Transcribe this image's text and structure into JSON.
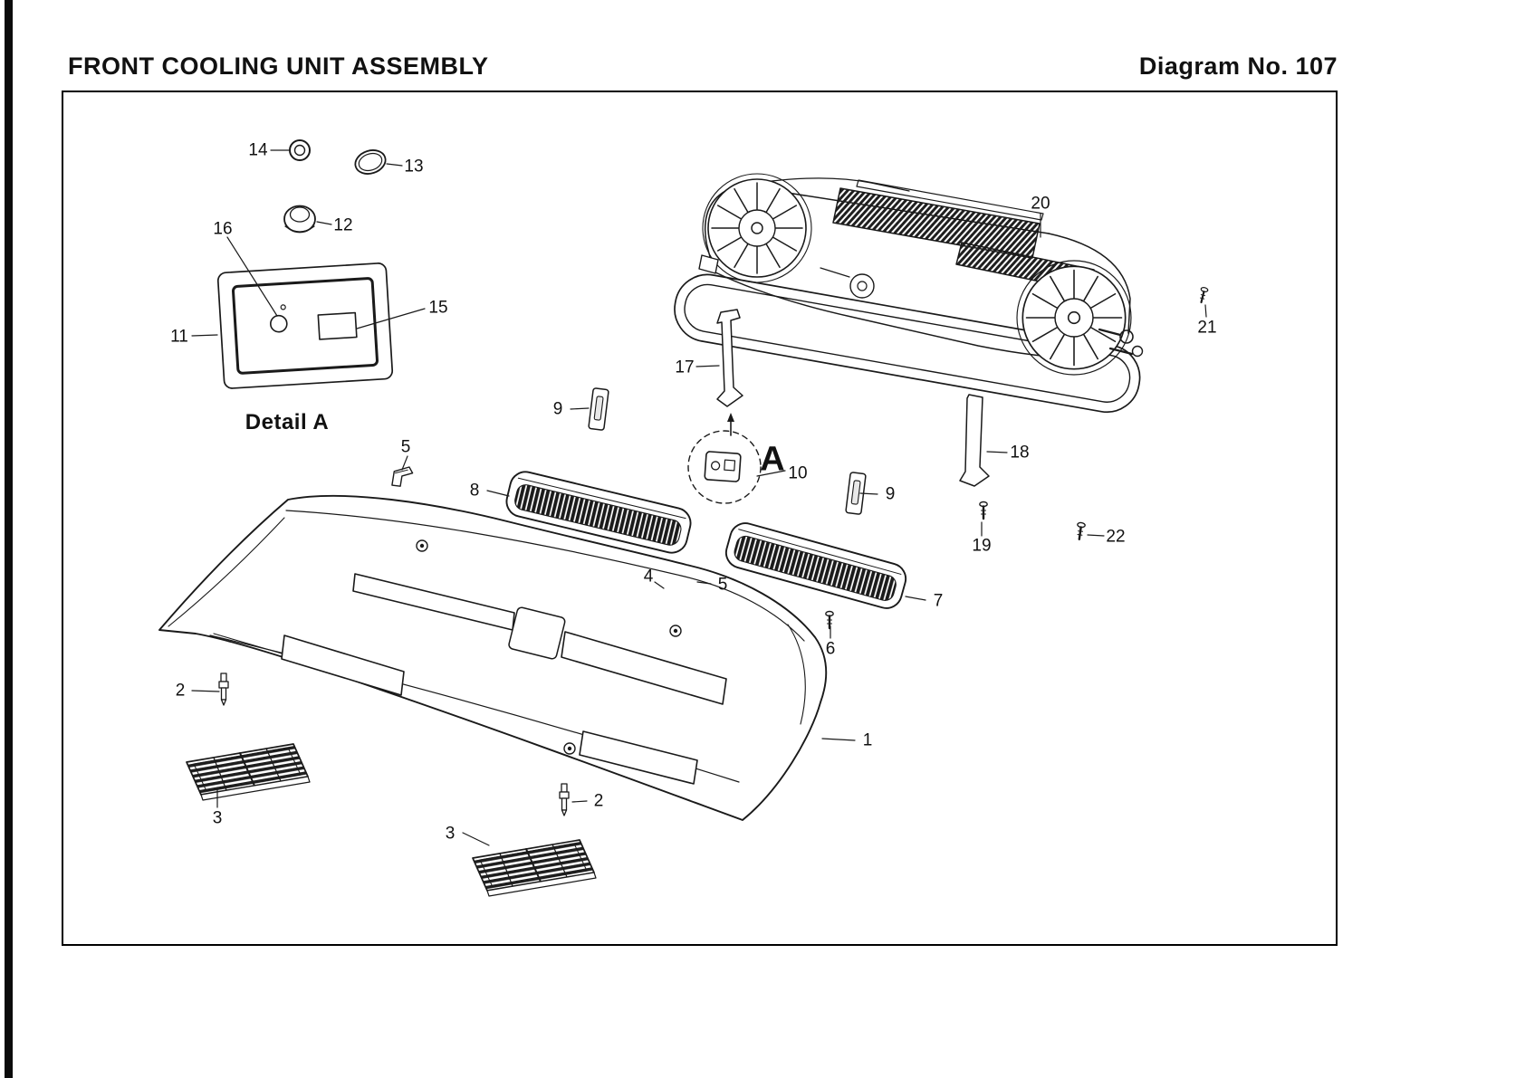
{
  "header": {
    "title": "FRONT COOLING UNIT ASSEMBLY",
    "diagram_number": "Diagram No. 107"
  },
  "detail_view": {
    "caption": "Detail A",
    "marker": "A"
  },
  "callouts": {
    "n1": "1",
    "n2": "2",
    "n3": "3",
    "n4": "4",
    "n5": "5",
    "n6": "6",
    "n7": "7",
    "n8": "8",
    "n9": "9",
    "n10": "10",
    "n11": "11",
    "n12": "12",
    "n13": "13",
    "n14": "14",
    "n15": "15",
    "n16": "16",
    "n17": "17",
    "n18": "18",
    "n19": "19",
    "n20": "20",
    "n21": "21",
    "n22": "22"
  },
  "colors": {
    "line": "#1a1a1a",
    "background": "#ffffff"
  }
}
